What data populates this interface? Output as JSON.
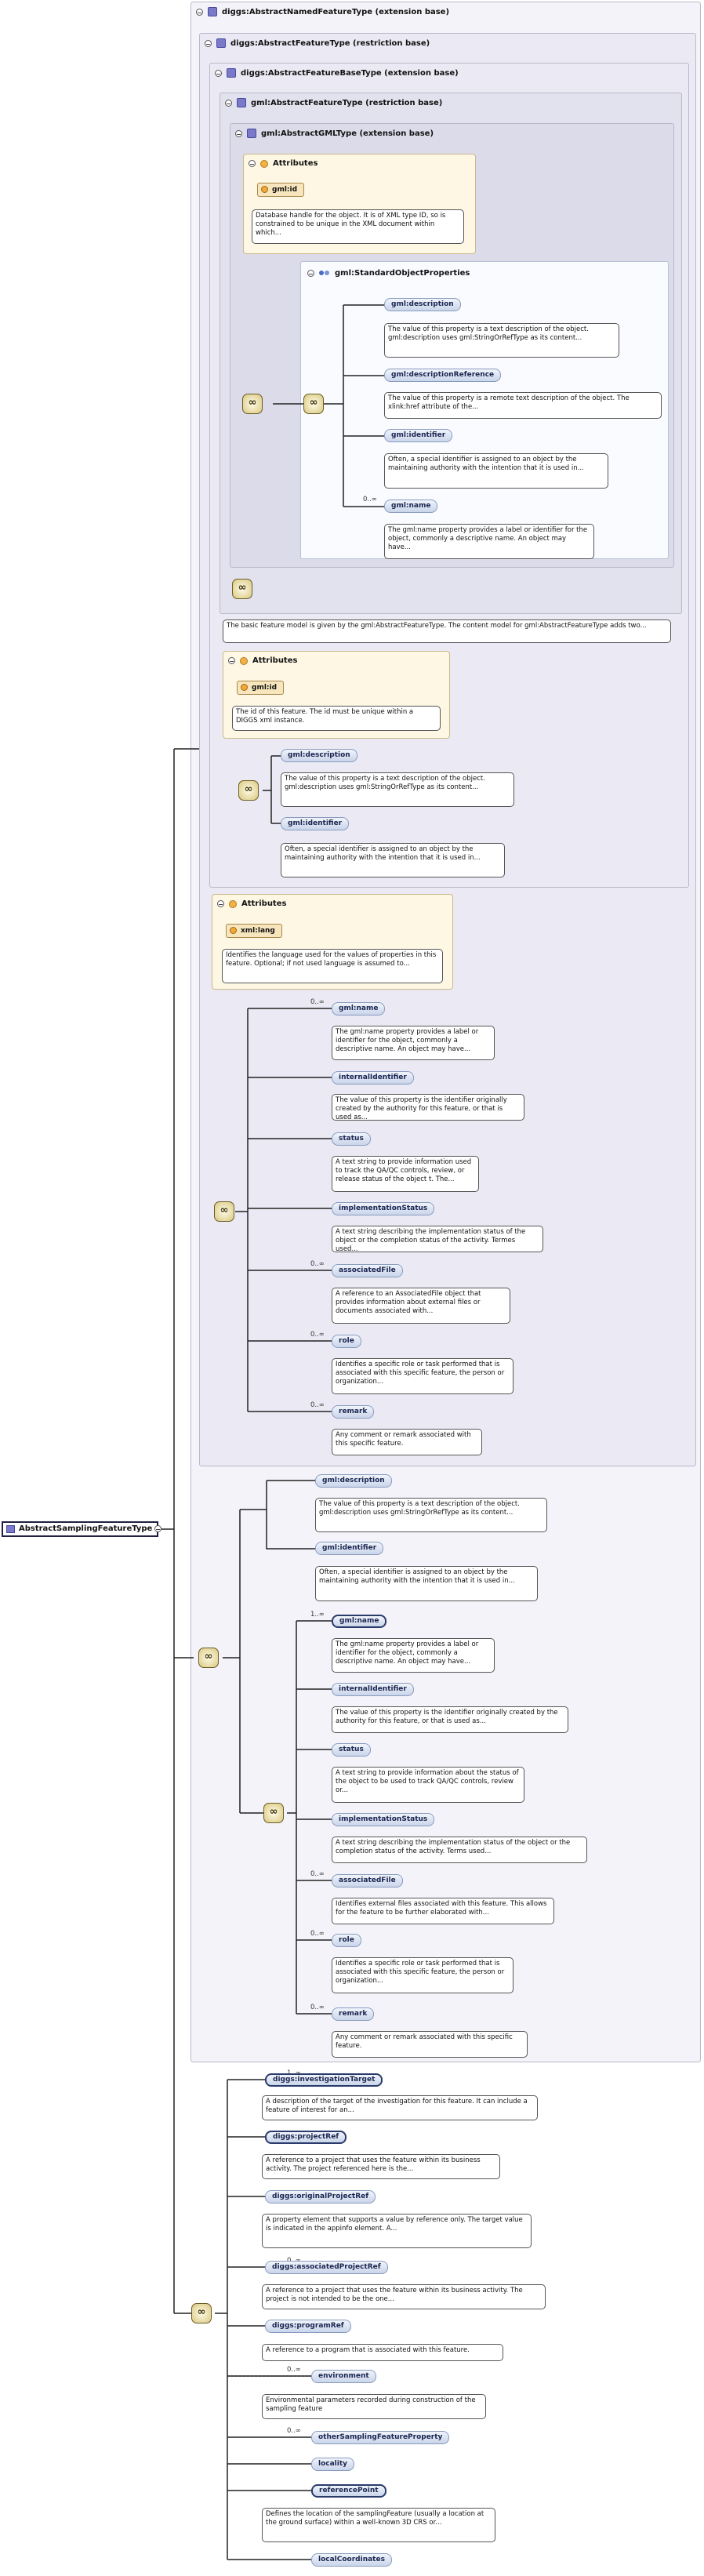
{
  "root": {
    "label": "AbstractSamplingFeatureType"
  },
  "types": {
    "named": "diggs:AbstractNamedFeatureType (extension base)",
    "feature": "diggs:AbstractFeatureType (restriction base)",
    "base": "diggs:AbstractFeatureBaseType (extension base)",
    "gmlfeature": "gml:AbstractFeatureType (restriction base)",
    "gml": "gml:AbstractGMLType (extension base)"
  },
  "attributes_title": "Attributes",
  "gml_attr": {
    "name": "gml:id",
    "desc": "Database handle for the object. It is of XML type ID, so is constrained to be unique in the XML document within which..."
  },
  "sop": {
    "title": "gml:StandardObjectProperties",
    "items": [
      {
        "name": "gml:description",
        "desc": "The value of this property is a text description of the object. gml:description uses gml:StringOrRefType as its content..."
      },
      {
        "name": "gml:descriptionReference",
        "desc": "The value of this property is a remote text description of the object. The xlink:href attribute of the..."
      },
      {
        "name": "gml:identifier",
        "desc": "Often, a special identifier is assigned to an object by the maintaining authority with the intention that it is used in..."
      },
      {
        "name": "gml:name",
        "card": "0..∞",
        "desc": "The gml:name property provides a label or identifier for the object, commonly a descriptive name. An object may have..."
      }
    ]
  },
  "feature_note": "The basic feature model is given by the gml:AbstractFeatureType. The content model for gml:AbstractFeatureType adds two...",
  "base_attr": {
    "name": "gml:id",
    "desc": "The id of this feature. The id must be unique within a DIGGS xml instance."
  },
  "base_items": [
    {
      "name": "gml:description",
      "desc": "The value of this property is a text description of the object. gml:description uses gml:StringOrRefType as its content..."
    },
    {
      "name": "gml:identifier",
      "desc": "Often, a special identifier is assigned to an object by the maintaining authority with the intention that it is used in..."
    }
  ],
  "feature_attr": {
    "name": "xml:lang",
    "desc": "Identifies the language used for the values of properties in this feature. Optional; if not used language is assumed to..."
  },
  "feature_items": [
    {
      "name": "gml:name",
      "card": "0..∞",
      "desc": "The gml:name property provides a label or identifier for the object, commonly a descriptive name. An object may have..."
    },
    {
      "name": "internalIdentifier",
      "card": "",
      "desc": "The value of this property is the identifier originally created by the authority for this feature, or that is used as..."
    },
    {
      "name": "status",
      "card": "",
      "desc": "A text string to provide information used to track the QA/QC controls, review, or release status of the object t. The..."
    },
    {
      "name": "implementationStatus",
      "card": "",
      "desc": "A text string describing the implementation status of the object or the completion status of the activity. Termes used..."
    },
    {
      "name": "associatedFile",
      "card": "0..∞",
      "desc": "A reference to an AssociatedFile object that provides information about external files or documents associated with..."
    },
    {
      "name": "role",
      "card": "0..∞",
      "desc": "Identifies a specific role or task performed that is associated with this specific feature, the person or organization..."
    },
    {
      "name": "remark",
      "card": "0..∞",
      "desc": "Any comment or remark associated with this specific feature."
    }
  ],
  "named_top": [
    {
      "name": "gml:description",
      "desc": "The value of this property is a text description of the object. gml:description uses gml:StringOrRefType as its content..."
    },
    {
      "name": "gml:identifier",
      "desc": "Often, a special identifier is assigned to an object by the maintaining authority with the intention that it is used in..."
    }
  ],
  "named_items": [
    {
      "name": "gml:name",
      "card": "1..∞",
      "desc": "The gml:name property provides a label or identifier for the object, commonly a descriptive name. An object may have..."
    },
    {
      "name": "internalIdentifier",
      "card": "",
      "desc": "The value of this property is the identifier originally created by the authority for this feature, or that is used as..."
    },
    {
      "name": "status",
      "card": "",
      "desc": "A text string to provide information about the status of the object to be used to track QA/QC controls, review or..."
    },
    {
      "name": "implementationStatus",
      "card": "",
      "desc": "A text string describing the implementation status of the object or the completion status of the activity. Terms used..."
    },
    {
      "name": "associatedFile",
      "card": "0..∞",
      "desc": "Identifies external files associated with this feature. This allows for the feature to be further elaborated with..."
    },
    {
      "name": "role",
      "card": "0..∞",
      "desc": "Identifies a specific role or task performed that is associated with this specific feature, the person or organization..."
    },
    {
      "name": "remark",
      "card": "0..∞",
      "desc": "Any comment or remark associated with this specific feature."
    }
  ],
  "sampling_items": [
    {
      "name": "diggs:investigationTarget",
      "card": "1..∞",
      "desc": "A description of the target of the investigation for this feature. It can include a feature of interest for an..."
    },
    {
      "name": "diggs:projectRef",
      "card": "",
      "desc": "A reference to a project that uses the feature within its business activity. The project referenced here is the..."
    },
    {
      "name": "diggs:originalProjectRef",
      "card": "",
      "desc": "A property element that supports a value by reference only. The target value is indicated in the appinfo element. A..."
    },
    {
      "name": "diggs:associatedProjectRef",
      "card": "0..∞",
      "desc": "A reference to a project that uses the feature within its business activity. The project is not intended to be the one..."
    },
    {
      "name": "diggs:programRef",
      "card": "",
      "desc": "A reference to a program that is associated with this feature."
    },
    {
      "name": "environment",
      "card": "0..∞",
      "desc": "Environmental parameters recorded during construction of the sampling feature"
    },
    {
      "name": "otherSamplingFeatureProperty",
      "card": "0..∞",
      "desc": ""
    },
    {
      "name": "locality",
      "card": "",
      "desc": ""
    },
    {
      "name": "referencePoint",
      "card": "",
      "desc": "Defines the location of the samplingFeature (usually a location at the ground surface) within a well-known 3D CRS or..."
    },
    {
      "name": "localCoordinates",
      "card": "",
      "desc": ""
    }
  ]
}
